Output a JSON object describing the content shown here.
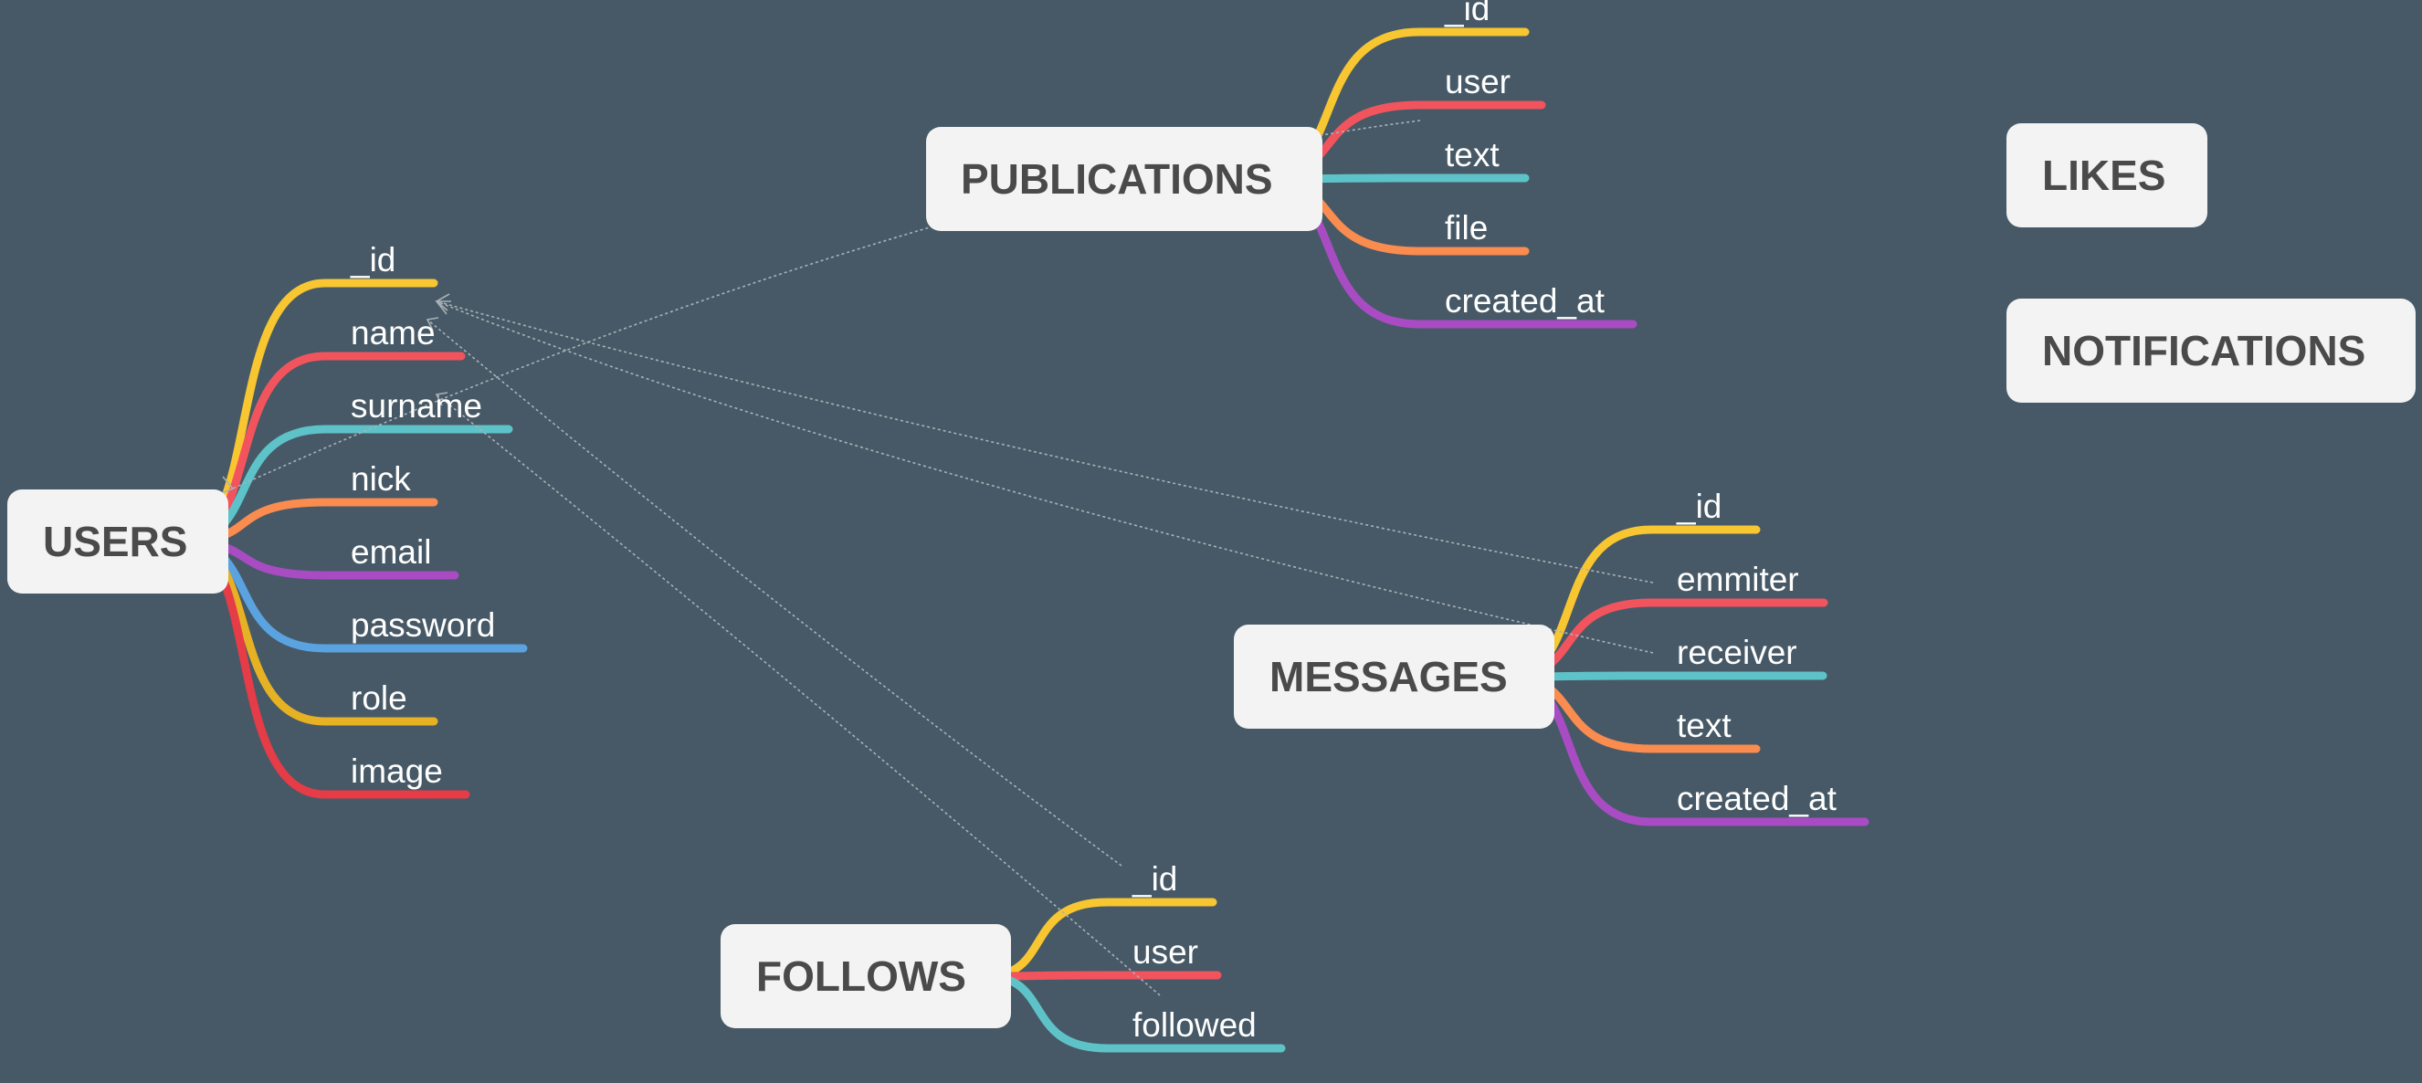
{
  "colors": {
    "background": "#475966",
    "node_fill": "#f3f3f3",
    "node_text": "#4a4a4a",
    "field_text": "#ffffff",
    "relation_line": "#a9b1b6",
    "yellow": "#f7c631",
    "red": "#f2545e",
    "teal": "#5ec3c8",
    "orange": "#fa8c4f",
    "purple": "#a94cc4",
    "blue": "#5aa3e0",
    "gold": "#e6b224",
    "crimson": "#e53c47"
  },
  "entities": {
    "users": {
      "name": "USERS",
      "fields": [
        {
          "label": "_id",
          "color": "yellow"
        },
        {
          "label": "name",
          "color": "red"
        },
        {
          "label": "surname",
          "color": "teal"
        },
        {
          "label": "nick",
          "color": "orange"
        },
        {
          "label": "email",
          "color": "purple"
        },
        {
          "label": "password",
          "color": "blue"
        },
        {
          "label": "role",
          "color": "gold"
        },
        {
          "label": "image",
          "color": "crimson"
        }
      ]
    },
    "publications": {
      "name": "PUBLICATIONS",
      "fields": [
        {
          "label": "_id",
          "color": "yellow"
        },
        {
          "label": "user",
          "color": "red"
        },
        {
          "label": "text",
          "color": "teal"
        },
        {
          "label": "file",
          "color": "orange"
        },
        {
          "label": "created_at",
          "color": "purple"
        }
      ]
    },
    "messages": {
      "name": "MESSAGES",
      "fields": [
        {
          "label": "_id",
          "color": "yellow"
        },
        {
          "label": "emmiter",
          "color": "red"
        },
        {
          "label": "receiver",
          "color": "teal"
        },
        {
          "label": "text",
          "color": "orange"
        },
        {
          "label": "created_at",
          "color": "purple"
        }
      ]
    },
    "follows": {
      "name": "FOLLOWS",
      "fields": [
        {
          "label": "_id",
          "color": "yellow"
        },
        {
          "label": "user",
          "color": "red"
        },
        {
          "label": "followed",
          "color": "teal"
        }
      ]
    },
    "likes": {
      "name": "LIKES",
      "fields": []
    },
    "notifications": {
      "name": "NOTIFICATIONS",
      "fields": []
    }
  },
  "relations": [
    {
      "from": "publications.user",
      "to": "users._id"
    },
    {
      "from": "messages.emmiter",
      "to": "users._id"
    },
    {
      "from": "messages.receiver",
      "to": "users._id"
    },
    {
      "from": "follows.user",
      "to": "users._id"
    },
    {
      "from": "follows.followed",
      "to": "users._id"
    }
  ]
}
